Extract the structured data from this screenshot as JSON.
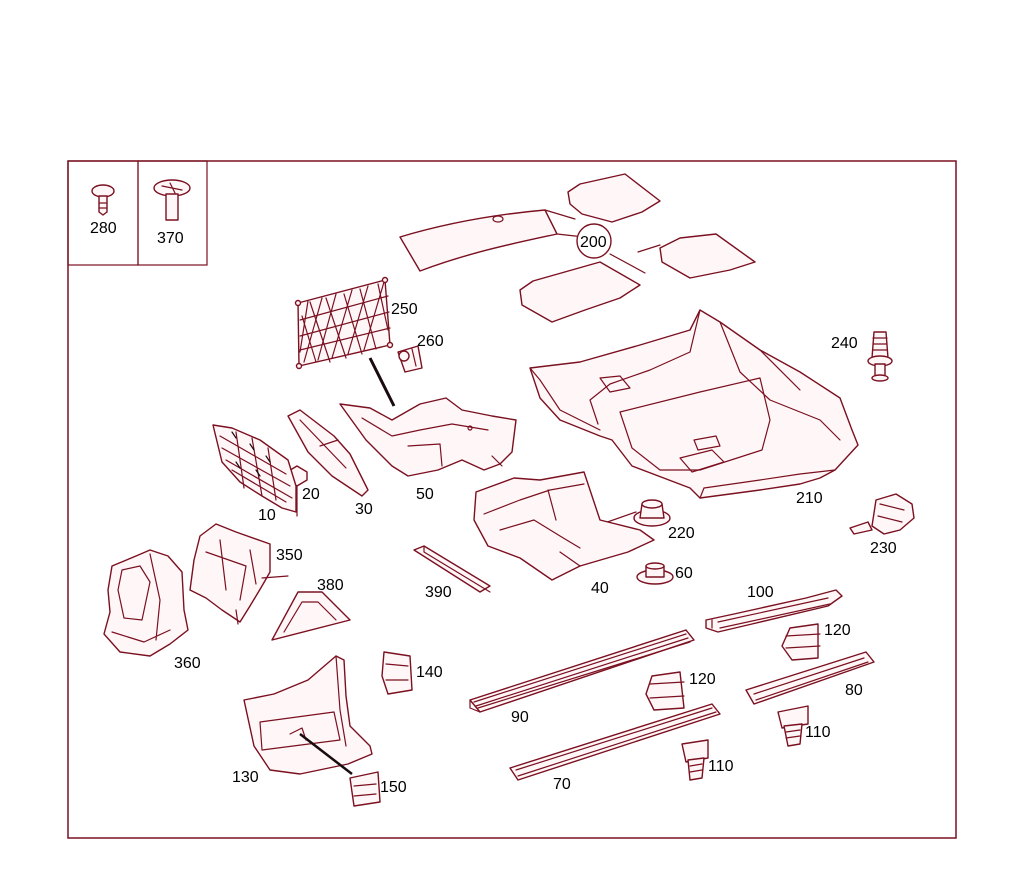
{
  "diagram": {
    "labels": {
      "p280": "280",
      "p370": "370",
      "p200": "200",
      "p250": "250",
      "p260": "260",
      "p240": "240",
      "p20": "20",
      "p10": "10",
      "p30": "30",
      "p50": "50",
      "p210": "210",
      "p220": "220",
      "p230": "230",
      "p350": "350",
      "p380": "380",
      "p360": "360",
      "p390": "390",
      "p40": "40",
      "p60": "60",
      "p100": "100",
      "p120a": "120",
      "p140": "140",
      "p120b": "120",
      "p80": "80",
      "p90": "90",
      "p110a": "110",
      "p130": "130",
      "p150": "150",
      "p110b": "110",
      "p70": "70"
    },
    "colors": {
      "line": "#7a1020",
      "fill": "#fff6f7",
      "text": "#000000",
      "background": "#ffffff"
    }
  }
}
